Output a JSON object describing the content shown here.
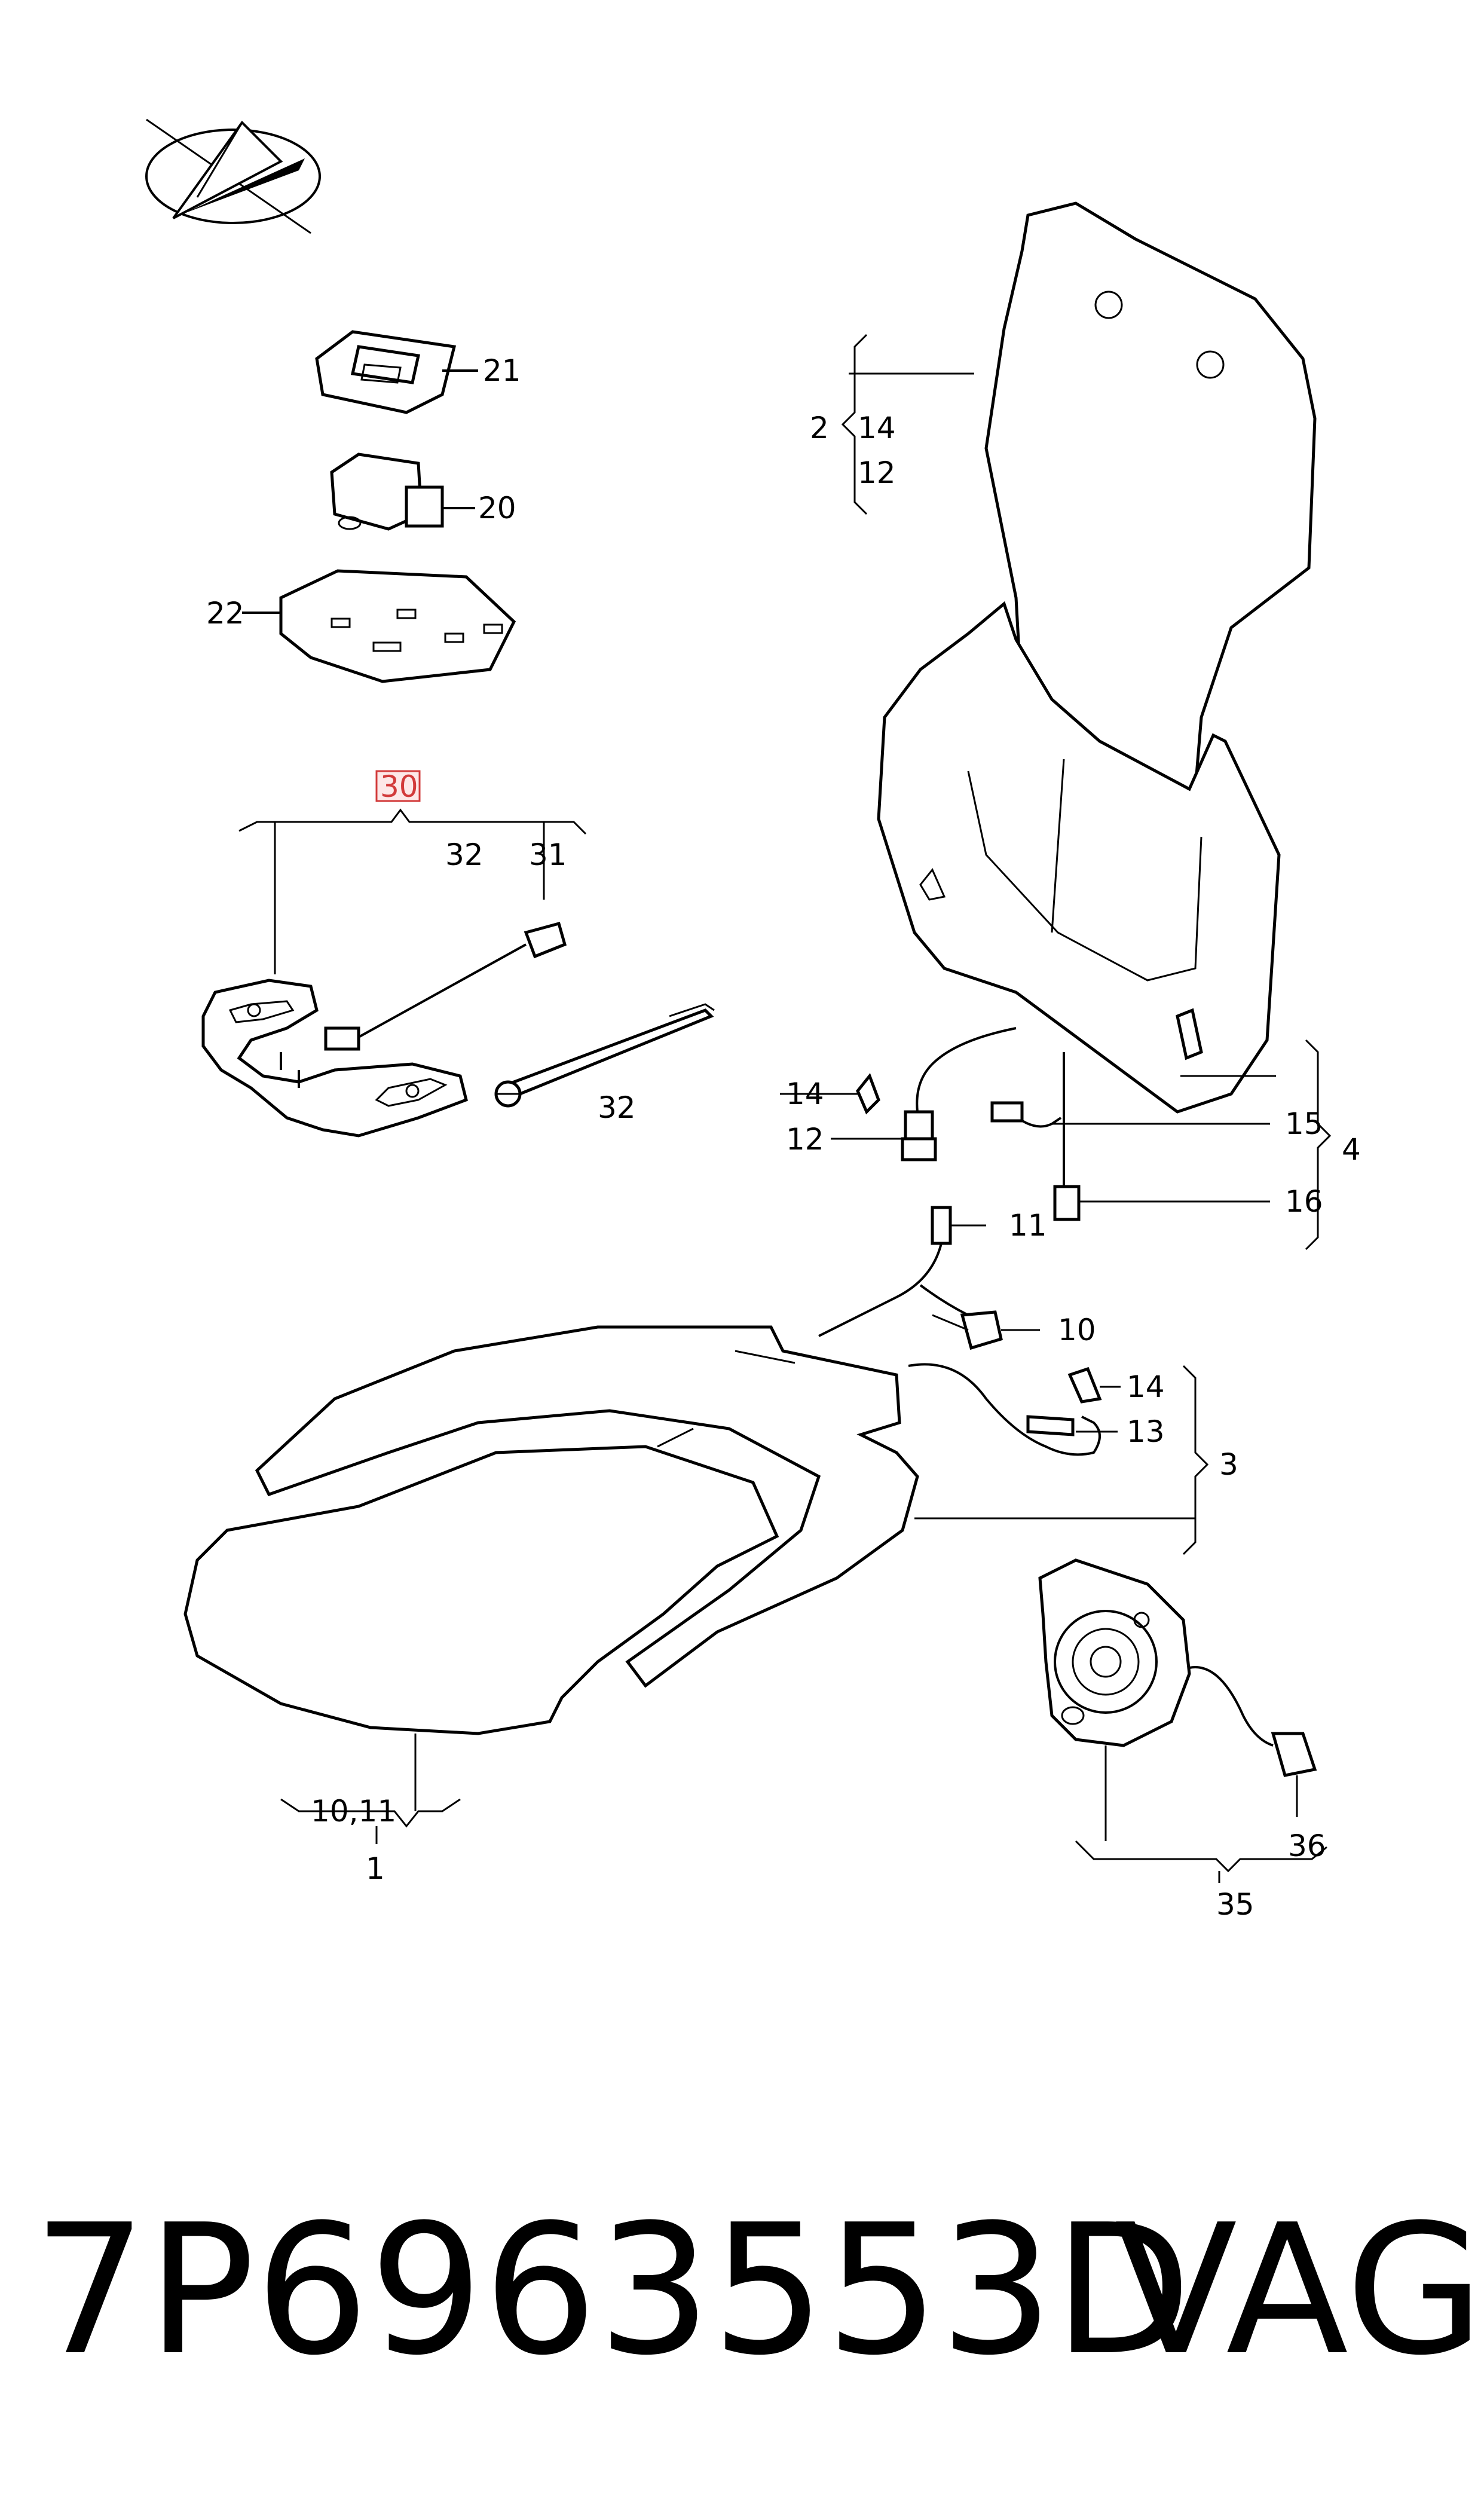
{
  "labels": {
    "l21": "21",
    "l20": "20",
    "l22": "22",
    "l30": "30",
    "l32a": "32",
    "l31": "31",
    "l32b": "32",
    "l2": "2",
    "l14a": "14",
    "l12a": "12",
    "l14b": "14",
    "l12b": "12",
    "l15": "15",
    "l4": "4",
    "l16": "16",
    "l11": "11",
    "l10": "10",
    "l14c": "14",
    "l13": "13",
    "l3": "3",
    "l1011": "10,11",
    "l1": "1",
    "l36": "36",
    "l35": "35"
  },
  "footer": {
    "part_number": "7P6963553D",
    "brand": "VAG"
  },
  "highlight_color": "#d23a3a"
}
